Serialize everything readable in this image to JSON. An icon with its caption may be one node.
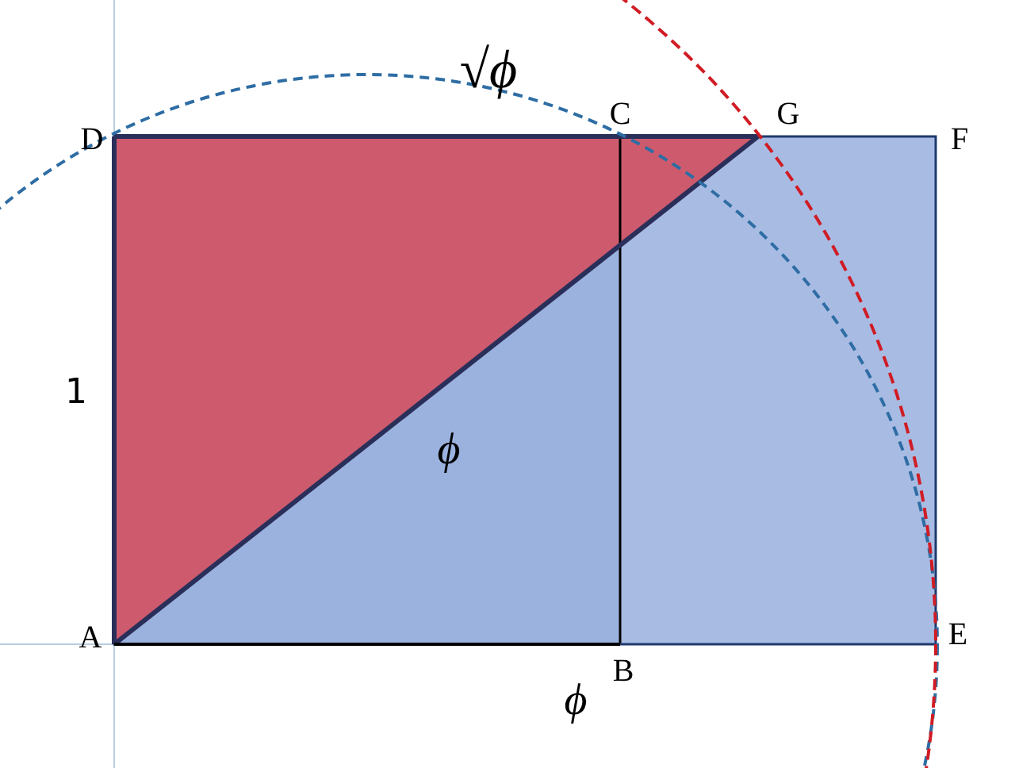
{
  "diagram": {
    "labels": [
      "√ϕ",
      "D",
      "C",
      "G",
      "F",
      "1",
      "ϕ",
      "A",
      "B",
      "E",
      "ϕ"
    ]
  }
}
